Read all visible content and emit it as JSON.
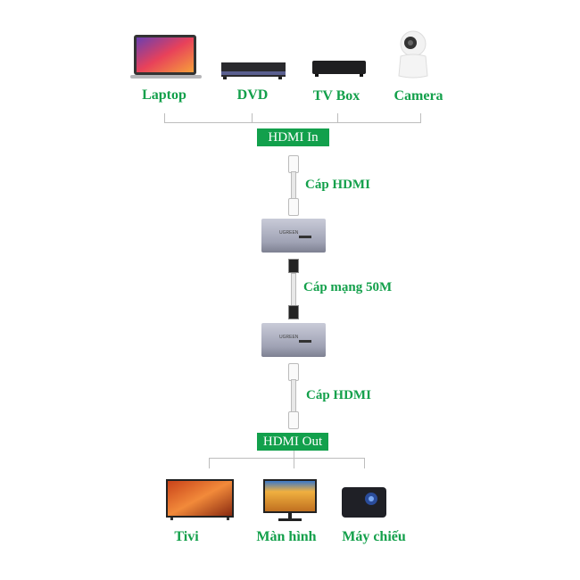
{
  "inputs": [
    {
      "label": "Laptop",
      "icon": "laptop-icon"
    },
    {
      "label": "DVD",
      "icon": "dvd-player-icon"
    },
    {
      "label": "TV Box",
      "icon": "tv-box-icon"
    },
    {
      "label": "Camera",
      "icon": "camera-icon"
    }
  ],
  "hdmi_in": "HDMI In",
  "cable1": "Cáp HDMI",
  "device_brand": "UGREEN",
  "cable2": "Cáp mạng 50M",
  "cable3": "Cáp HDMI",
  "hdmi_out": "HDMI Out",
  "outputs": [
    {
      "label": "Tivi",
      "icon": "tv-icon"
    },
    {
      "label": "Màn hình",
      "icon": "monitor-icon"
    },
    {
      "label": "Máy chiếu",
      "icon": "projector-icon"
    }
  ],
  "colors": {
    "accent": "#13a04b"
  }
}
